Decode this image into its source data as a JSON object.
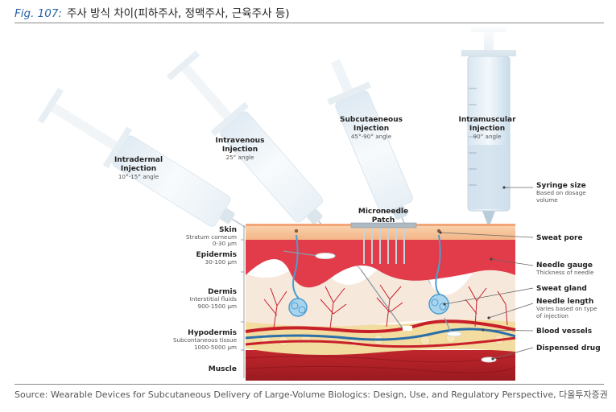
{
  "figure": {
    "label": "Fig. 107:",
    "title": "주사 방식 차이(피하주사, 정맥주사, 근육주사 등)"
  },
  "source": "Source: Wearable Devices for Subcutaneous Delivery of Large-Volume Biologics: Design, Use, and Regulatory Perspective,  다올투자증권",
  "injections": [
    {
      "name_line1": "Intradermal",
      "name_line2": "Injection",
      "angle": "10°-15° angle"
    },
    {
      "name_line1": "Intravenous",
      "name_line2": "Injection",
      "angle": "25° angle"
    },
    {
      "name_line1": "Subcutaeneous",
      "name_line2": "Injection",
      "angle": "45°-90° angle"
    },
    {
      "name_line1": "Intramuscular",
      "name_line2": "Injection",
      "angle": "90° angle"
    }
  ],
  "microneedle": {
    "line1": "Microneedle",
    "line2": "Patch"
  },
  "left_layers": [
    {
      "name": "Skin",
      "desc1": "Stratum corneum",
      "desc2": "0-30 µm"
    },
    {
      "name": "Epidermis",
      "desc1": "30-100 µm",
      "desc2": ""
    },
    {
      "name": "Dermis",
      "desc1": "Interstitial fluids",
      "desc2": "900-1500 µm"
    },
    {
      "name": "Hypodermis",
      "desc1": "Subcontaneous tissue",
      "desc2": "1000-5000 µm"
    },
    {
      "name": "Muscle",
      "desc1": "",
      "desc2": ""
    }
  ],
  "right_labels": {
    "syringe_size": {
      "title": "Syringe size",
      "desc1": "Based on dosage",
      "desc2": "volume"
    },
    "sweat_pore": {
      "title": "Sweat pore"
    },
    "needle_gauge": {
      "title": "Needle gauge",
      "desc1": "Thickness of needle"
    },
    "sweat_gland": {
      "title": "Sweat gland"
    },
    "needle_length": {
      "title": "Needle length",
      "desc1": "Varies based on type",
      "desc2": "of injection"
    },
    "blood_vessels": {
      "title": "Blood vessels"
    },
    "dispensed_drug": {
      "title": "Dispensed drug"
    }
  },
  "colors": {
    "skin_top": "#f6c79d",
    "epidermis": "#e23b4a",
    "dermis": "#f7e8dc",
    "hypodermis": "#f3dca0",
    "muscle": "#b31d25",
    "vessel_red": "#c8202a",
    "vessel_blue": "#2c6fa8",
    "syringe": "#b8d3e6",
    "fig_label": "#2a64a8"
  }
}
